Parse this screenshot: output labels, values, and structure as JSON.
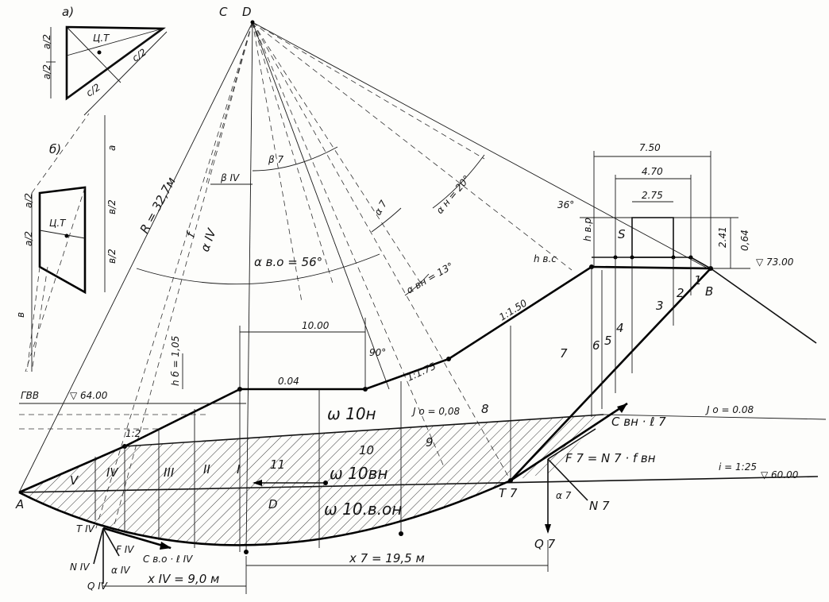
{
  "labels": {
    "inset_a": "а)",
    "inset_b": "б)",
    "ct": "Ц.Т",
    "a2": "a/2",
    "c2": "c/2",
    "b2": "в/2",
    "a": "a",
    "b": "в",
    "pt_c": "C",
    "pt_D": "D",
    "pt_A": "A",
    "pt_B": "B",
    "pt_D2": "D",
    "pt_S": "S",
    "radius": "R = 32,7м",
    "alpha_vo": "α в.о = 56°",
    "alpha_vn": "α вн = 13°",
    "alpha_n": "α н = 20°",
    "alpha_7": "α 7",
    "beta_7": "β 7",
    "beta_iv": "β IV",
    "alpha_iv": "α IV",
    "f_symbol": "f",
    "dim_750": "7.50",
    "dim_470": "4.70",
    "dim_275": "2.75",
    "dim_241": "2.41",
    "dim_064": "0,64",
    "deg36": "36°",
    "hvr": "h в.р",
    "hvs": "h в.с",
    "elev_73": "▽ 73.00",
    "elev_64": "▽ 64.00",
    "elev_60": "▽ 60.00",
    "gvv": "ГВВ",
    "hb": "h б = 1,05",
    "dim_1000": "10.00",
    "deg90": "90°",
    "slope_004": "0.04",
    "slope_150": "1:1.50",
    "slope_175": "1:1.75",
    "slope_12": "1:2",
    "i0_mid": "J о = 0,08",
    "i0_right": "J о = 0.08",
    "i125": "i = 1:25",
    "omega_10n": "ω 10н",
    "omega_10vn": "ω 10вн",
    "omega_10von": "ω 10.в.он",
    "c_vn": "C вн · ℓ 7",
    "f7": "F 7 = N 7 · f вн",
    "n7": "N 7",
    "q7": "Q 7",
    "t7": "T 7",
    "a7b": "α 7",
    "tiv": "T IV",
    "niv": "N IV",
    "fiv": "F IV",
    "qiv": "Q IV",
    "aiv2": "α IV",
    "cvo": "C в.о · ℓ IV",
    "x7": "x 7 = 19,5 м",
    "xiv": "x IV = 9,0 м",
    "slices": [
      "1",
      "2",
      "3",
      "4",
      "5",
      "6",
      "7",
      "8",
      "9",
      "10",
      "11",
      "I",
      "II",
      "III",
      "IV",
      "V"
    ]
  }
}
